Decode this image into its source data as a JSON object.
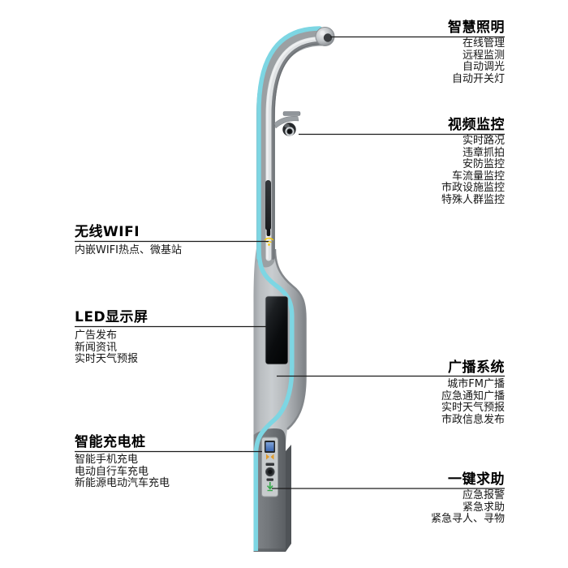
{
  "sections": {
    "smart_lighting": {
      "title": "智慧照明",
      "items": [
        "在线管理",
        "远程监测",
        "自动调光",
        "自动开关灯"
      ]
    },
    "video_monitoring": {
      "title": "视频监控",
      "items": [
        "实时路况",
        "违章抓拍",
        "安防监控",
        "车流量监控",
        "市政设施监控",
        "特殊人群监控"
      ]
    },
    "broadcast": {
      "title": "广播系统",
      "items": [
        "城市FM广播",
        "应急通知广播",
        "实时天气预报",
        "市政信息发布"
      ]
    },
    "sos": {
      "title": "一键求助",
      "items": [
        "应急报警",
        "紧急求助",
        "紧急寻人、寻物"
      ]
    },
    "wifi": {
      "title": "无线WIFI",
      "items": [
        "内嵌WIFI热点、微基站"
      ]
    },
    "led_screen": {
      "title": "LED显示屏",
      "items": [
        "广告发布",
        "新闻资讯",
        "实时天气预报"
      ]
    },
    "charging": {
      "title": "智能充电桩",
      "items": [
        "智能手机充电",
        "电动自行车充电",
        "新能源电动汽车充电"
      ]
    }
  },
  "icons": {
    "wifi_icon": "yellow-wifi-arcs",
    "camera_icon": "dome-surveillance-camera",
    "lamp_head_icon": "street-lamp-head",
    "help_button_icon": "green-down-arrow",
    "antenna_slot": "dark-antenna-slot",
    "charging_panel": "charging-control-panel"
  },
  "colors": {
    "accent_cyan": "#7dd6e3",
    "leader_line": "#1c1c1c",
    "title_text": "#000000",
    "item_text": "#151515",
    "wifi_yellow": "#f6c800",
    "screen_black": "#0a0c0e",
    "panel_blue": "#4e7cc4",
    "panel_orange": "#e09b2d",
    "panel_green": "#36a94b",
    "pole_light_gray": "#c9cdd0",
    "pole_dark_gray": "#5b5f63"
  }
}
